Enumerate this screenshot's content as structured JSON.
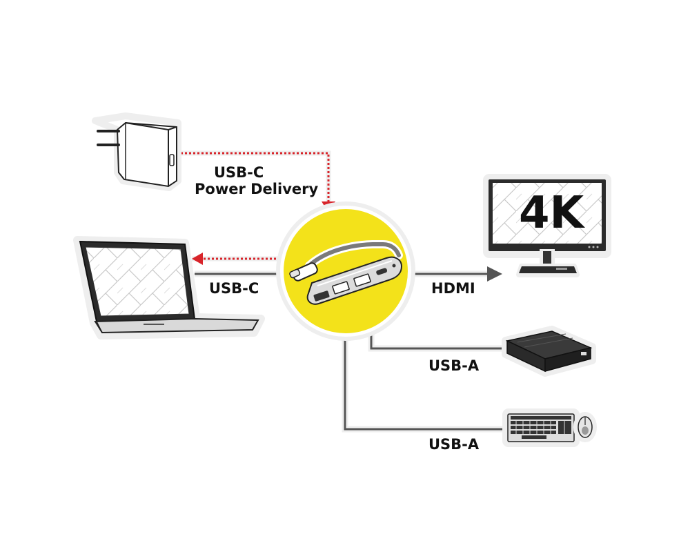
{
  "labels": {
    "power_line1": "USB-C",
    "power_line2": "Power Delivery",
    "laptop": "USB-C",
    "monitor": "HDMI",
    "drive": "USB-A",
    "keyboard": "USB-A"
  },
  "monitor_screen_text": "4K",
  "colors": {
    "hub_circle": "#f3e21a",
    "power_line": "#d8242a",
    "data_line": "#555555",
    "outline_halo": "#eeeeee"
  },
  "devices": [
    "power-adapter",
    "laptop",
    "usb-c-hub",
    "monitor",
    "external-drive",
    "keyboard",
    "mouse"
  ]
}
